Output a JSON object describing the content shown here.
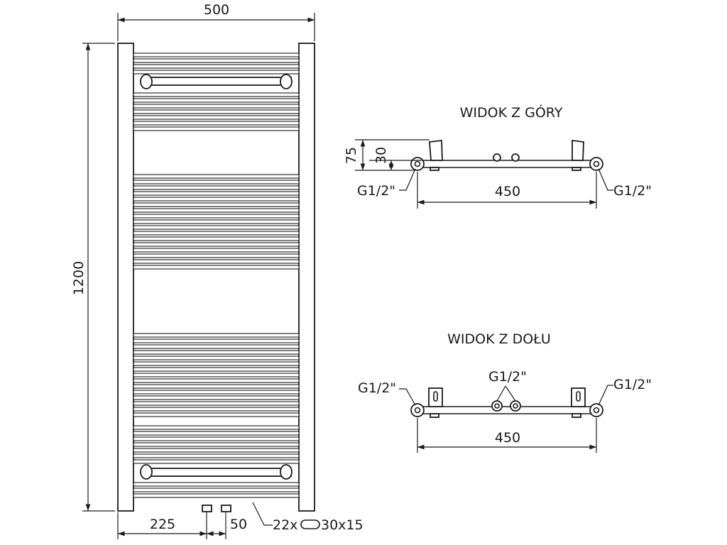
{
  "front": {
    "width_label": "500",
    "height_label": "1200",
    "left_offset_label": "225",
    "connector_spacing_label": "50",
    "tube_spec_prefix": "22x",
    "tube_spec_suffix": "30x15"
  },
  "top_view": {
    "title": "WIDOK Z GÓRY",
    "depth_label": "75",
    "offset_label": "30",
    "left_connector_label": "G1/2\"",
    "right_connector_label": "G1/2\"",
    "span_label": "450"
  },
  "bottom_view": {
    "title": "WIDOK Z DOŁU",
    "left_connector_label": "G1/2\"",
    "center_connector_label": "G1/2\"",
    "right_connector_label": "G1/2\"",
    "span_label": "450"
  }
}
